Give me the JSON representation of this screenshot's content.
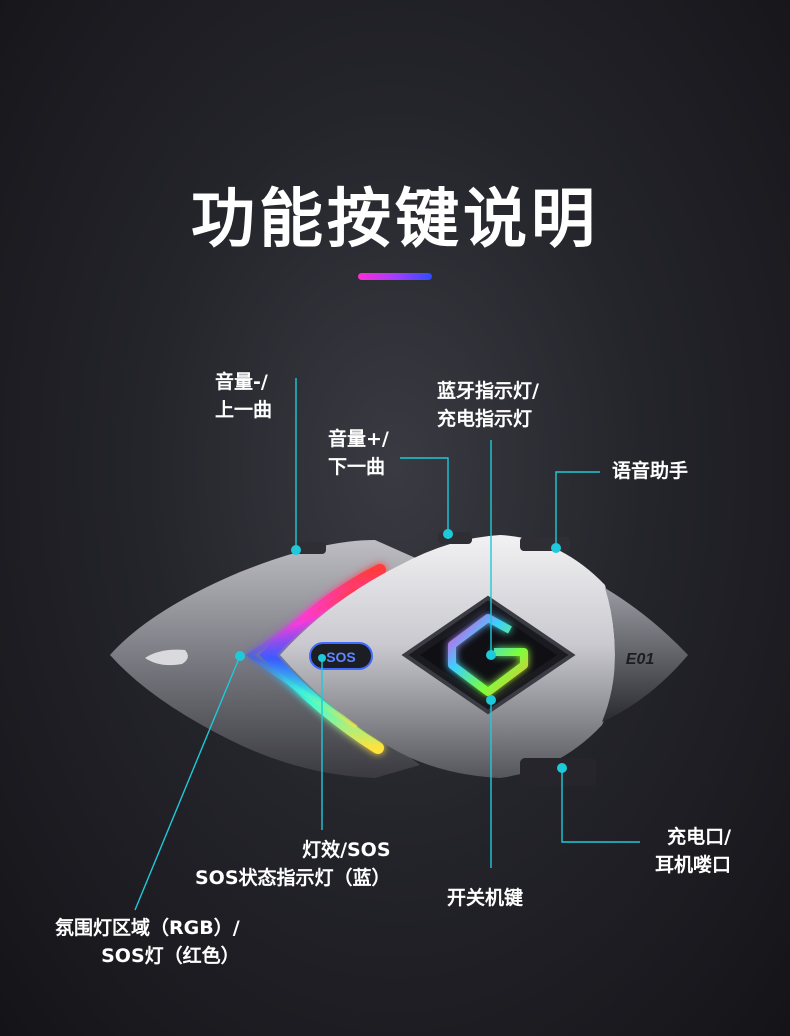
{
  "title": "功能按键说明",
  "accent_gradient": [
    "#ff2bd6",
    "#a53cff",
    "#2f4dff"
  ],
  "leader_color": "#1ec9d9",
  "device": {
    "model": "E01",
    "sos_button": "SOS"
  },
  "labels": {
    "vol_minus": {
      "line1": "音量-/",
      "line2": "上一曲"
    },
    "bt_indicator": {
      "line1": "蓝牙指示灯/",
      "line2": "充电指示灯"
    },
    "vol_plus": {
      "line1": "音量+/",
      "line2": "下一曲"
    },
    "voice_assistant": {
      "line1": "语音助手"
    },
    "charge_port": {
      "line1": "充电口/",
      "line2": "耳机喽口"
    },
    "sos_light": {
      "line1": "灯效/SOS",
      "line2": "SOS状态指示灯（蓝）"
    },
    "power_key": {
      "line1": "开关机键"
    },
    "ambient": {
      "line1": "氛围灯区域（RGB）/",
      "line2": "SOS灯（红色）"
    }
  }
}
